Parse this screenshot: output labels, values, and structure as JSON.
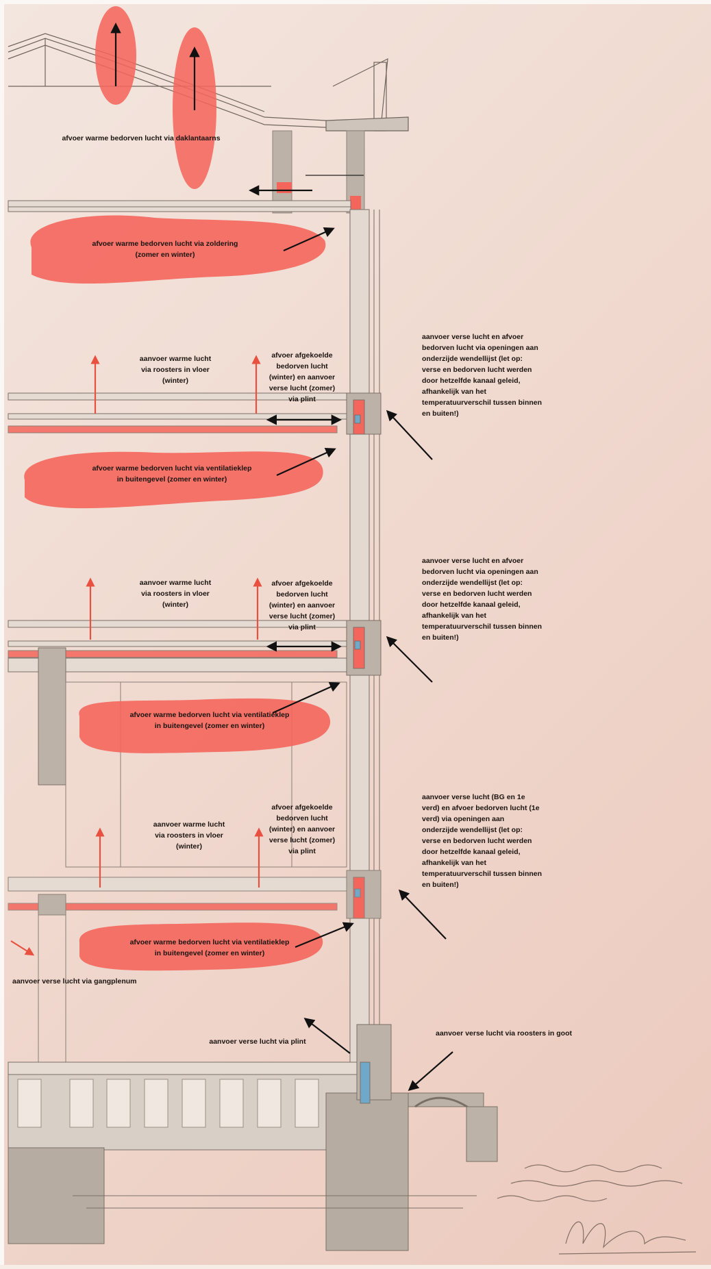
{
  "annotations": {
    "roof_exhaust": "afvoer warme bedorven lucht via daklantaarns",
    "attic_exhaust": "afvoer warme bedorven lucht via zoldering\n(zomer en winter)",
    "floor3_warm_supply": "aanvoer warme lucht\nvia roosters in vloer\n(winter)",
    "floor3_cooled_exhaust": "afvoer afgekoelde\nbedorven lucht\n(winter) en aanvoer\nverse lucht (zomer)\nvia plint",
    "floor3_facade": "aanvoer verse lucht en afvoer\nbedorven lucht via openingen aan\nonderzijde wendellijst (let op:\nverse en bedorven lucht werden\ndoor hetzelfde kanaal geleid,\nafhankelijk van het\ntemperatuurverschil tussen binnen\nen buiten!)",
    "floor3_vent_exhaust": "afvoer warme bedorven lucht via ventilatieklep\nin buitengevel (zomer en winter)",
    "floor2_warm_supply": "aanvoer warme lucht\nvia roosters in vloer\n(winter)",
    "floor2_cooled_exhaust": "afvoer afgekoelde\nbedorven lucht\n(winter) en aanvoer\nverse lucht (zomer)\nvia plint",
    "floor2_facade": "aanvoer verse lucht en afvoer\nbedorven lucht via openingen aan\nonderzijde wendellijst (let op:\nverse en bedorven lucht werden\ndoor hetzelfde kanaal geleid,\nafhankelijk van het\ntemperatuurverschil tussen binnen\nen buiten!)",
    "floor2_vent_exhaust": "afvoer warme bedorven lucht via ventilatieklep\nin buitengevel (zomer en winter)",
    "floor1_warm_supply": "aanvoer warme lucht\nvia roosters in vloer\n(winter)",
    "floor1_cooled_exhaust": "afvoer afgekoelde\nbedorven lucht\n(winter) en aanvoer\nverse lucht (zomer)\nvia plint",
    "floor1_facade": "aanvoer verse lucht (BG en 1e\nverd) en afvoer bedorven lucht (1e\nverd) via openingen aan\nonderzijde wendellijst (let op:\nverse en bedorven lucht werden\ndoor hetzelfde kanaal geleid,\nafhankelijk van het\ntemperatuurverschil tussen binnen\nen buiten!)",
    "floor1_vent_exhaust": "afvoer warme bedorven lucht via ventilatieklep\nin buitengevel (zomer en winter)",
    "corridor_plenum": "aanvoer verse lucht via gangplenum",
    "plinth_supply": "aanvoer verse lucht via plint",
    "gutter_supply": "aanvoer verse lucht via roosters in goot"
  },
  "colors": {
    "highlight": "#f4665c",
    "arrow": "#111111",
    "red_arrow": "#e8503f",
    "duct_blue": "#6fa8c8",
    "masonry": "#bdb2a8"
  }
}
